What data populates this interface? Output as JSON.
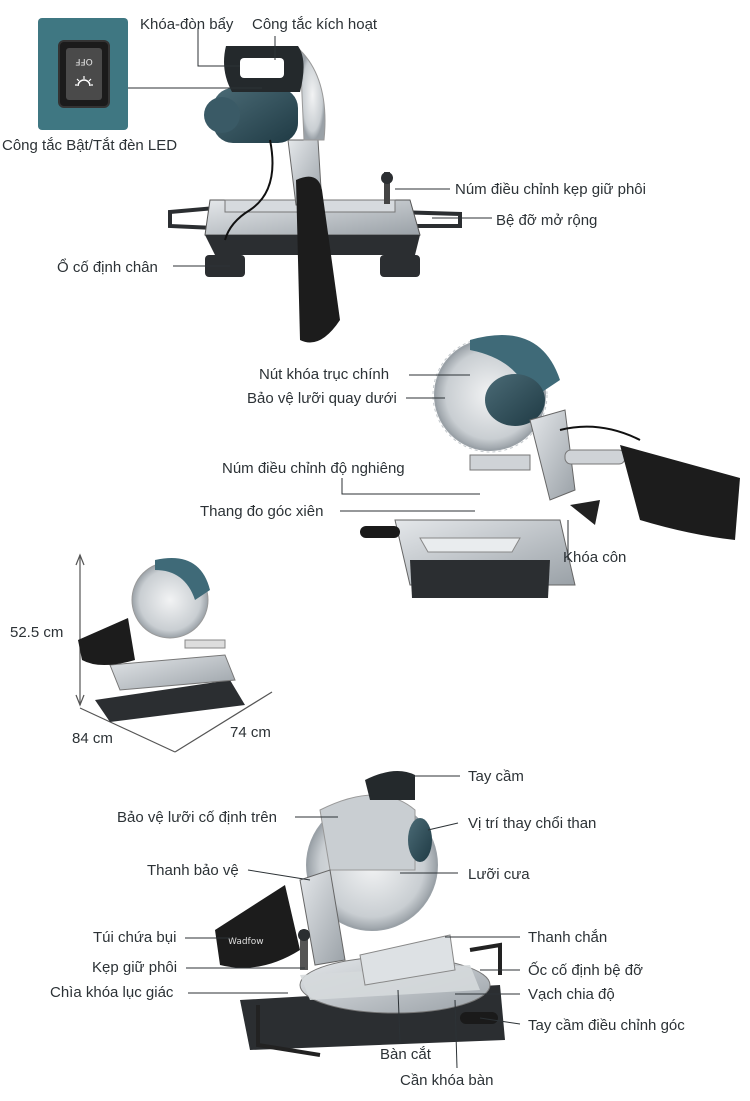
{
  "figure1": {
    "inset": {
      "switch_text": "OFF"
    },
    "labels": {
      "lever_lock": "Khóa-đòn bẩy",
      "trigger_switch": "Công tắc kích hoạt",
      "led_switch": "Công tắc Bật/Tắt đèn LED",
      "workpiece_clamp_knob": "Núm điều chỉnh kẹp giữ phôi",
      "extension_support": "Bệ đỡ mở rộng",
      "foot_lock": "Ổ cố định chân"
    }
  },
  "figure2": {
    "labels": {
      "spindle_lock": "Nút khóa trục chính",
      "lower_guard": "Bảo vệ lưỡi quay dưới",
      "tilt_knob": "Núm điều chỉnh độ nghiêng",
      "bevel_scale": "Thang đo góc xiên",
      "bevel_lock": "Khóa côn"
    }
  },
  "figure3": {
    "dimensions": {
      "height": "52.5 cm",
      "depth": "84 cm",
      "width": "74 cm"
    }
  },
  "figure4": {
    "labels": {
      "handle": "Tay cầm",
      "upper_guard": "Bảo vệ lưỡi cố định trên",
      "carbon_brush": "Vị trí thay chổi than",
      "guard_bar": "Thanh bảo vệ",
      "saw_blade": "Lưỡi cưa",
      "dust_bag": "Túi chứa bụi",
      "fence": "Thanh chắn",
      "workpiece_clamp": "Kẹp giữ phôi",
      "base_screw": "Ốc cố định bệ đỡ",
      "hex_key": "Chìa khóa lục giác",
      "scale_marks": "Vạch chia độ",
      "angle_handle": "Tay cầm điều chỉnh góc",
      "table": "Bàn cắt",
      "table_lock": "Cần khóa bàn"
    },
    "brand_mark": "Wadfow"
  },
  "colors": {
    "motor": "#2f4f5a",
    "metal": "#b9bec3",
    "base": "#2b2e31",
    "bag": "#1c1c1c",
    "leader": "#2c3236"
  }
}
